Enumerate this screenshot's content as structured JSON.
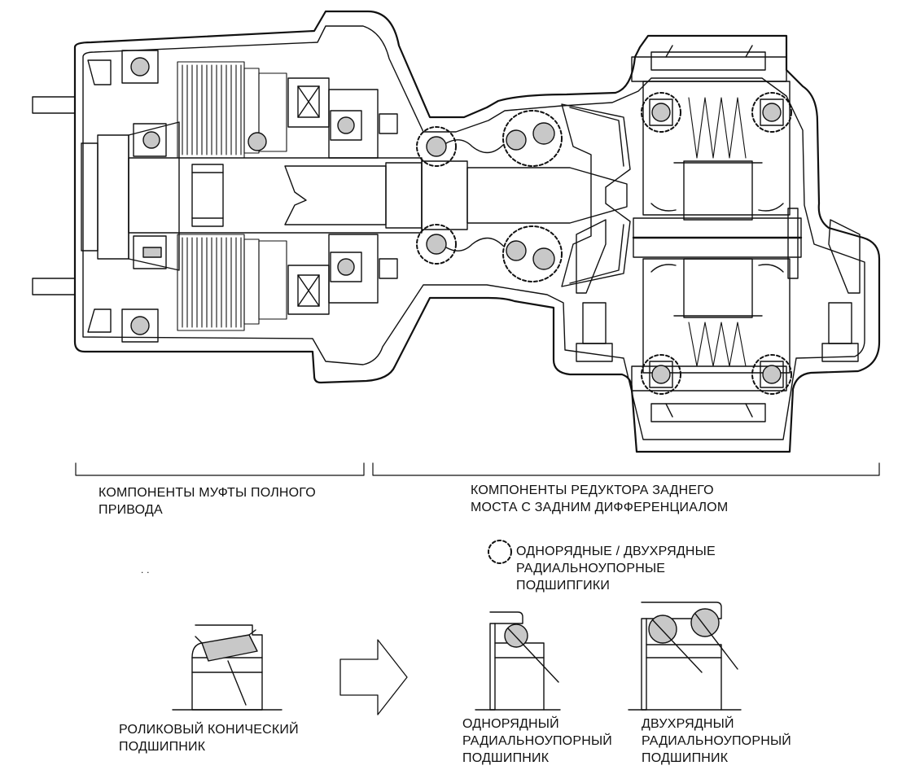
{
  "colors": {
    "ink": "#111111",
    "bearing_fill": "#c8c8c8",
    "background": "#ffffff"
  },
  "labels": {
    "coupling_components": [
      "КОМПОНЕНТЫ МУФТЫ ПОЛНОГО",
      "ПРИВОДА"
    ],
    "rear_axle_components": [
      "КОМПОНЕНТЫ РЕДУКТОРА ЗАДНЕГО",
      "МОСТА С ЗАДНИМ ДИФФЕРЕНЦИАЛОМ"
    ],
    "legend_dashed_circle": [
      "ОДНОРЯДНЫЕ / ДВУХРЯДНЫЕ",
      "РАДИАЛЬНОУПОРНЫЕ",
      "ПОДШИПГИКИ"
    ],
    "tapered_roller": [
      "РОЛИКОВЫЙ КОНИЧЕСКИЙ",
      "ПОДШИПНИК"
    ],
    "single_row_angular": [
      "ОДНОРЯДНЫЙ",
      "РАДИАЛЬНОУПОРНЫЙ",
      "ПОДШИПНИК"
    ],
    "double_row_angular": [
      "ДВУХРЯДНЫЙ",
      "РАДИАЛЬНОУПОРНЫЙ",
      "ПОДШИПНИК"
    ],
    "stray_mark": ". ."
  },
  "icons": {
    "legend_marker": "dashed-circle-icon",
    "replacement_arrow": "right-arrow-icon"
  }
}
